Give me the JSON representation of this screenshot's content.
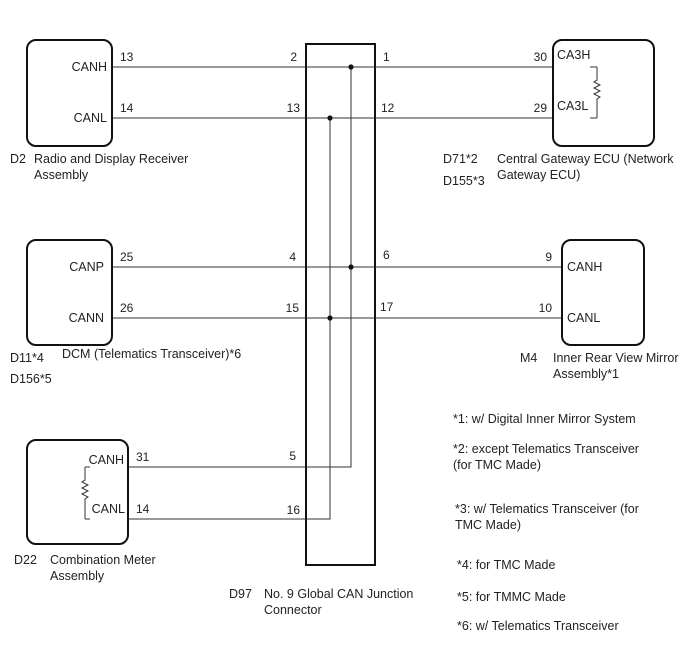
{
  "components": {
    "radio": {
      "code": "D2",
      "name_lines": [
        "Radio and Display Receiver",
        "Assembly"
      ],
      "pins": [
        {
          "signal": "CANH",
          "number": "13"
        },
        {
          "signal": "CANL",
          "number": "14"
        }
      ]
    },
    "gateway": {
      "code_lines": [
        "D71*2",
        "D155*3"
      ],
      "name_lines": [
        "Central Gateway ECU (Network",
        "Gateway ECU)"
      ],
      "pins": [
        {
          "signal": "CA3H",
          "number": "30"
        },
        {
          "signal": "CA3L",
          "number": "29"
        }
      ]
    },
    "dcm": {
      "code_lines": [
        "D11*4",
        "D156*5"
      ],
      "name_lines": [
        "DCM (Telematics Transceiver)*6"
      ],
      "pins": [
        {
          "signal": "CANP",
          "number": "25"
        },
        {
          "signal": "CANN",
          "number": "26"
        }
      ]
    },
    "mirror": {
      "code": "M4",
      "name_lines": [
        "Inner Rear View Mirror",
        "Assembly*1"
      ],
      "pins": [
        {
          "signal": "CANH",
          "number": "9"
        },
        {
          "signal": "CANL",
          "number": "10"
        }
      ]
    },
    "meter": {
      "code": "D22",
      "name_lines": [
        "Combination Meter",
        "Assembly"
      ],
      "pins": [
        {
          "signal": "CANH",
          "number": "31"
        },
        {
          "signal": "CANL",
          "number": "14"
        }
      ]
    },
    "junction": {
      "code": "D97",
      "name_lines": [
        "No. 9 Global CAN Junction",
        "Connector"
      ],
      "left_pins": [
        "2",
        "13",
        "4",
        "15",
        "5",
        "16"
      ],
      "right_pins": [
        "1",
        "12",
        "6",
        "17"
      ]
    }
  },
  "notes": [
    [
      "*1: w/ Digital Inner Mirror System"
    ],
    [
      "*2: except Telematics Transceiver",
      "(for TMC Made)"
    ],
    [
      "*3: w/ Telematics Transceiver (for",
      "TMC Made)"
    ],
    [
      "*4: for TMC Made"
    ],
    [
      "*5: for TMMC Made"
    ],
    [
      "*6: w/ Telematics Transceiver"
    ]
  ]
}
